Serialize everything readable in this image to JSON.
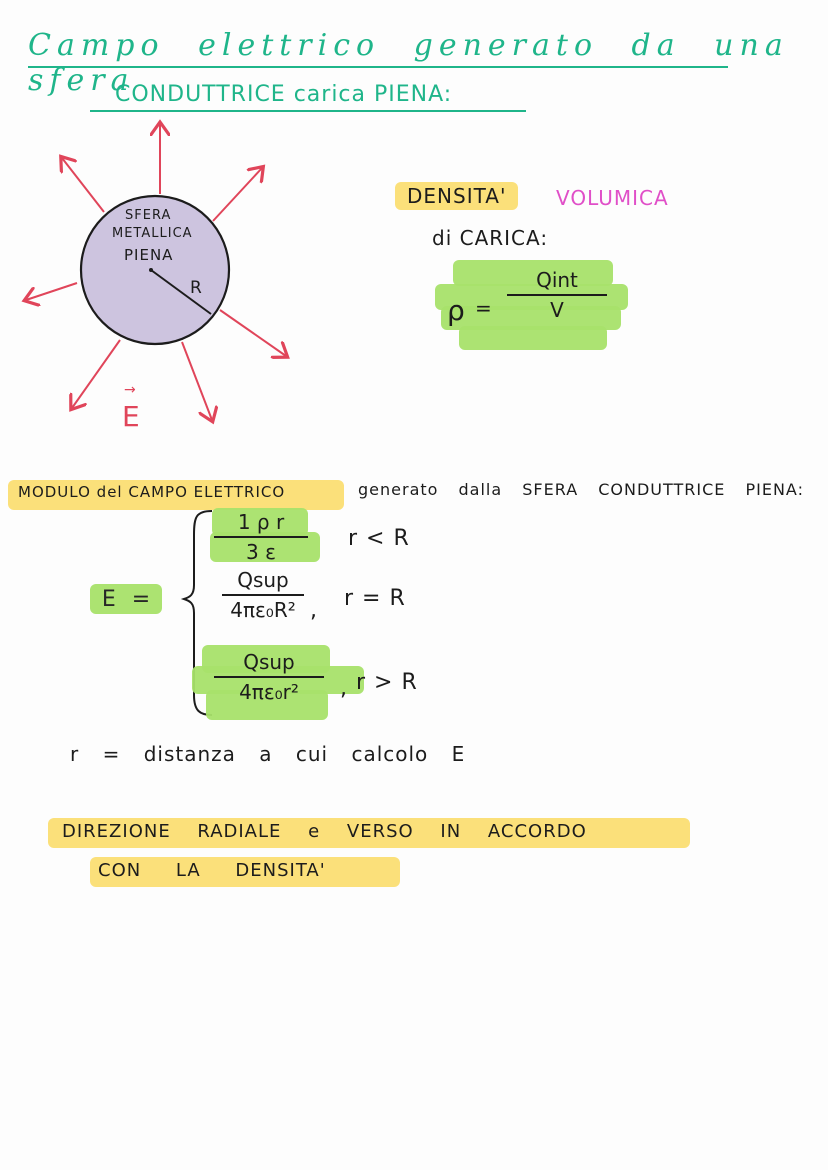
{
  "title": {
    "line1": "Campo elettrico generato da una sfera",
    "line2": "CONDUTTRICE carica PIENA:",
    "color": "#1fb58a"
  },
  "diagram": {
    "sphere_label_1": "SFERA",
    "sphere_label_2": "METALLICA",
    "sphere_label_3": "PIENA",
    "radius_label": "R",
    "field_label": "E",
    "field_vector_mark": "→",
    "sphere_color": "#cdc4df",
    "arrow_color": "#e0455a"
  },
  "density": {
    "label_highlighted": "DENSITA'",
    "label_volumica": "VOLUMICA",
    "label_carica": "di CARICA:",
    "formula": {
      "lhs": "ρ",
      "equals": "=",
      "numerator": "Qint",
      "denominator": "V"
    }
  },
  "modulo": {
    "highlighted": "MODULO del CAMPO ELETTRICO",
    "rest": "generato dalla SFERA CONDUTTRICE PIENA:"
  },
  "piecewise": {
    "lhs": "E",
    "equals": "=",
    "cases": [
      {
        "numerator": "1 ρ r",
        "denominator": "3 ε",
        "separator": "",
        "condition": "r < R"
      },
      {
        "numerator": "Qsup",
        "denominator": "4πε₀R²",
        "separator": ",",
        "condition": "r = R"
      },
      {
        "numerator": "Qsup",
        "denominator": "4πε₀r²",
        "separator": ",",
        "condition": "r > R"
      }
    ]
  },
  "note": "r = distanza a cui calcolo E",
  "direction": {
    "line1": "DIREZIONE RADIALE e VERSO IN ACCORDO",
    "line2": "CON LA DENSITA'"
  },
  "colors": {
    "yellow_highlight": "#fbe07a",
    "green_highlight": "#a8e26a",
    "pink": "#e04fc8",
    "ink": "#1c1c1c"
  }
}
